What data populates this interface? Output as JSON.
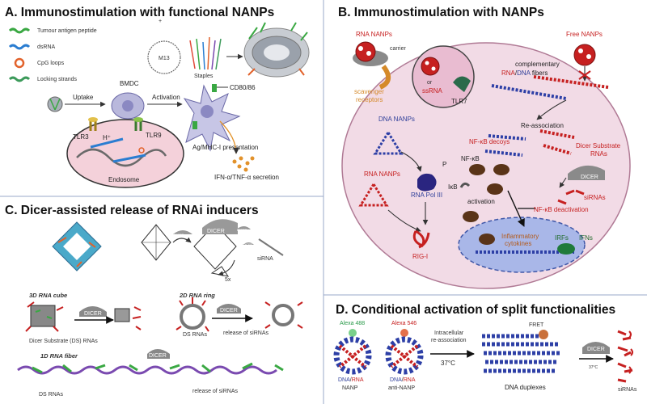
{
  "panels": {
    "a": {
      "title": "A. Immunostimulation with functional NANPs"
    },
    "b": {
      "title": "B. Immunostimulation with NANPs"
    },
    "c": {
      "title": "C. Dicer-assisted release of RNAi inducers"
    },
    "d": {
      "title": "D. Conditional activation of split functionalities"
    }
  },
  "a": {
    "legend": [
      "Tumour antigen peptide",
      "dsRNA",
      "CpG loops",
      "Locking strands"
    ],
    "m13": "M13",
    "staples": "Staples",
    "bmdc": "BMDC",
    "uptake": "Uptake",
    "activation": "Activation",
    "cd80": "CD80/86",
    "tlr3": "TLR3",
    "tlr9": "TLR9",
    "hplus": "H⁺",
    "endosome": "Endosome",
    "ag": "Ag/MHC-I presentation",
    "ifn": "IFN-α/TNF-α secretion"
  },
  "b": {
    "rna_nanps": "RNA NANPs",
    "carrier": "carrier",
    "scavenger": [
      "scavenger",
      "receptors"
    ],
    "or": "or",
    "ssrna": "ssRNA",
    "tlr7": "TLR7",
    "free_nanps": "Free NANPs",
    "complementary": "complementary",
    "rna": "RNA",
    "slash": "/",
    "dna": "DNA",
    "fibers": "fibers",
    "reassoc": "Re-association",
    "dna_nanps": "DNA NANPs",
    "nfkb_decoys": "NF-κB decoys",
    "dicer_substrate": [
      "Dicer Substrate",
      "RNAs"
    ],
    "dicer": "DICER",
    "rna_nanps2": "RNA NANPs",
    "rna_pol": "RNA Pol III",
    "nfkb": "NF-κB",
    "ikb": "IκB",
    "p": "P",
    "activation": "activation",
    "sirnas": "siRNAs",
    "nfkb_deact": "NF-κB deactivation",
    "inflammatory": [
      "Inflammatory",
      "cytokines"
    ],
    "irfs": "IRFs",
    "ifns": "IFNs",
    "rigi": "RIG-I"
  },
  "c": {
    "dicer": "DICER",
    "sirna": "siRNA",
    "fivex": "5x",
    "cube": "3D RNA cube",
    "ring": "2D RNA ring",
    "fiber": "1D RNA fiber",
    "ds_cube": "Dicer Substrate (DS) RNAs",
    "ds_rnas": "DS RNAs",
    "release": "release of siRNAs"
  },
  "d": {
    "alexa488": "Alexa 488",
    "alexa546": "Alexa 546",
    "intracellular": [
      "Intracellular",
      "re-association"
    ],
    "temp": "37°C",
    "fret": "FRET",
    "dicer": "DICER",
    "dna": "DNA",
    "slash": "/",
    "rna": "RNA",
    "nanp": "NANP",
    "anti_nanp": "anti-NANP",
    "duplexes": "DNA duplexes",
    "sirnas": "siRNAs"
  }
}
